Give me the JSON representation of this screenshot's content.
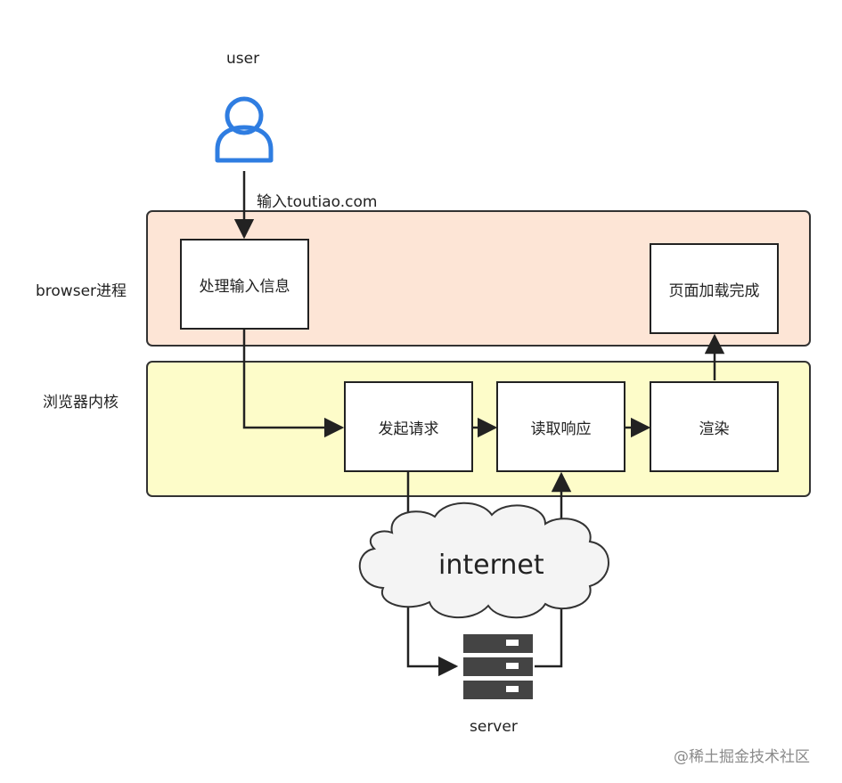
{
  "user_label": "user",
  "input_label": "输入toutiao.com",
  "lanes": {
    "browser": "browser进程",
    "kernel": "浏览器内核"
  },
  "boxes": {
    "process_input": "处理输入信息",
    "page_loaded": "页面加载完成",
    "send_request": "发起请求",
    "read_response": "读取响应",
    "render": "渲染"
  },
  "internet_label": "internet",
  "server_label": "server",
  "watermark": "@稀土掘金技术社区",
  "colors": {
    "user_icon": "#2f7de1",
    "browser_lane": "#fde5d6",
    "kernel_lane": "#fdfcc9",
    "server_icon": "#444444"
  }
}
